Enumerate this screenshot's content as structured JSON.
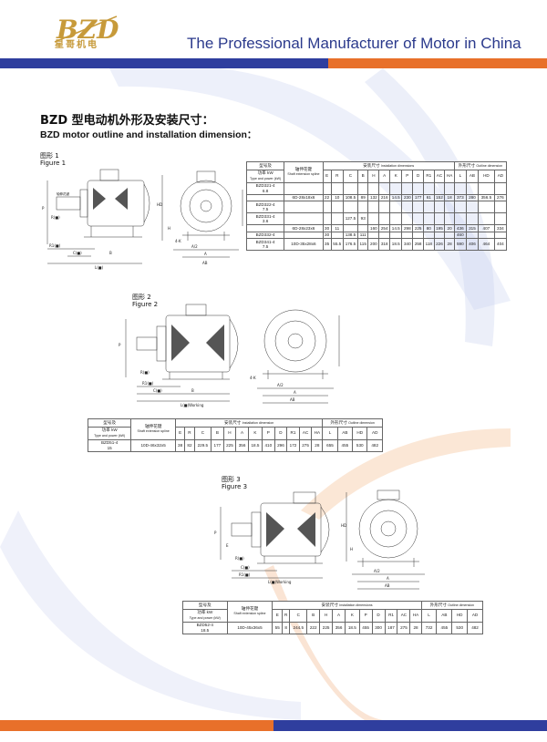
{
  "header": {
    "logo_text": "星哥机电",
    "tagline": "The  Professional Manufacturer of  Motor in China"
  },
  "section": {
    "title_cn": "BZD 型电动机外形及安装尺寸：",
    "title_en": "BZD motor outline and installation dimension："
  },
  "figures": [
    {
      "label_cn": "图形 1",
      "label_en": "Figure 1"
    },
    {
      "label_cn": "图形 2",
      "label_en": "Figure 2"
    },
    {
      "label_cn": "图形 3",
      "label_en": "Figure 3"
    }
  ],
  "drawing_labels": {
    "L": "L(■)",
    "L_working": "L(■)Working",
    "C": "C(■)",
    "B": "B",
    "R": "R(■)",
    "R1": "R1(■)",
    "E": "E",
    "P": "P",
    "AB": "AB",
    "A": "A",
    "A2": "A/2",
    "HD": "HD",
    "H": "H",
    "AC": "AC",
    "K": "4-K",
    "HA": "HA",
    "AD": "AD",
    "working": "Working",
    "shaft_cn": "轴伸花键",
    "shaft_en": "shaft extension",
    "shaft_en2": "spline"
  },
  "table1": {
    "group_install": "安装尺寸",
    "group_install_en": "Installation dimensions",
    "group_outline": "外形尺寸",
    "group_outline_en": "Outline dimension",
    "col_model_cn": "型号及",
    "col_power_cn": "功率 kW",
    "col_power_en": "Type and power (kW)",
    "col_shaft_cn": "轴伸花键",
    "col_shaft_en": "Shaft extension spline",
    "columns": [
      "E",
      "R",
      "C",
      "B",
      "H",
      "A",
      "K",
      "P",
      "D",
      "R1",
      "AC",
      "HA",
      "L",
      "AB",
      "HD",
      "AD"
    ],
    "rows": [
      {
        "model": "BZD321-4",
        "power": "6.8",
        "shaft": "",
        "vals": [
          "",
          "",
          "",
          "",
          "",
          "",
          "",
          "",
          "",
          "",
          "",
          "",
          "",
          "",
          "",
          ""
        ]
      },
      {
        "model": "",
        "power": "",
        "shaft": "6D-28x18x6",
        "vals": [
          "22",
          "10",
          "108.5",
          "89",
          "132",
          "216",
          "14.5",
          "230",
          "177",
          "61",
          "152",
          "18",
          "373",
          "280",
          "356.5",
          "276"
        ]
      },
      {
        "model": "BZD322-4",
        "power": "7.5",
        "shaft": "",
        "vals": [
          "",
          "",
          "",
          "",
          "",
          "",
          "",
          "",
          "",
          "",
          "",
          "",
          "",
          "",
          "",
          ""
        ]
      },
      {
        "model": "BZD331-4",
        "power": "3.6",
        "shaft": "",
        "vals": [
          "",
          "",
          "127.5",
          "93",
          "",
          "",
          "",
          "",
          "",
          "",
          "",
          "",
          "",
          "",
          "",
          ""
        ]
      },
      {
        "model": "",
        "power": "",
        "shaft": "6D-28x23x6",
        "vals": [
          "30",
          "11",
          "",
          "",
          "160",
          "254",
          "14.5",
          "298",
          "225",
          "80",
          "195",
          "20",
          "436",
          "315",
          "407",
          "334"
        ]
      },
      {
        "model": "BZD332-4",
        "power": "",
        "shaft": "",
        "vals": [
          "30",
          "",
          "138.5",
          "111",
          "",
          "",
          "",
          "",
          "",
          "",
          "",
          "",
          "460",
          "",
          "",
          ""
        ]
      },
      {
        "model": "BZD341-4",
        "power": "7.5",
        "shaft": "10D-35x28x6",
        "vals": [
          "35",
          "55.5",
          "176.5",
          "115",
          "200",
          "318",
          "18.5",
          "340",
          "258",
          "118",
          "226",
          "28",
          "590",
          "406",
          "464",
          "404"
        ]
      }
    ]
  },
  "table2": {
    "group_install": "安装尺寸",
    "group_install_en": "Installation dimension",
    "group_outline": "外形尺寸",
    "group_outline_en": "Outline dimension",
    "col_model_cn": "型号及",
    "col_power_cn": "功率 kW",
    "col_power_en": "Type and power (kW)",
    "col_shaft_cn": "轴伸花键",
    "col_shaft_en": "Shaft extension spline",
    "columns": [
      "E",
      "R",
      "C",
      "B",
      "H",
      "A",
      "K",
      "P",
      "D",
      "R1",
      "AC",
      "HA",
      "L",
      "AB",
      "HD",
      "AD"
    ],
    "row": {
      "model": "BZD51-4",
      "power": "15",
      "shaft": "10D-46x32x5",
      "vals": [
        "38",
        "82",
        "229.5",
        "177",
        "225",
        "356",
        "18.5",
        "410",
        "296",
        "172",
        "275",
        "28",
        "655",
        "455",
        "530",
        "482"
      ]
    }
  },
  "table3": {
    "group_install": "安装尺寸",
    "group_install_en": "Installation dimensions",
    "group_outline": "外形尺寸",
    "group_outline_en": "Outline dimension",
    "col_model_cn": "型号及",
    "col_power_cn": "功率 kW",
    "col_power_en": "Type and power (kW)",
    "col_shaft_cn": "轴伸花键",
    "col_shaft_en": "Shaft extension spline",
    "columns": [
      "E",
      "R",
      "C",
      "B",
      "H",
      "A",
      "K",
      "P",
      "D",
      "R1",
      "AC",
      "HA",
      "L",
      "AB",
      "HD",
      "AD"
    ],
    "row": {
      "model": "BZD52-4",
      "power": "18.5",
      "shaft": "10D-45x36x5",
      "vals": [
        "55",
        "8",
        "244.5",
        "222",
        "225",
        "356",
        "18.5",
        "455",
        "300",
        "187",
        "275",
        "28",
        "732",
        "455",
        "530",
        "482"
      ]
    }
  },
  "colors": {
    "blue": "#2f3e9e",
    "orange": "#e8702a",
    "gold": "#c79a3a"
  }
}
